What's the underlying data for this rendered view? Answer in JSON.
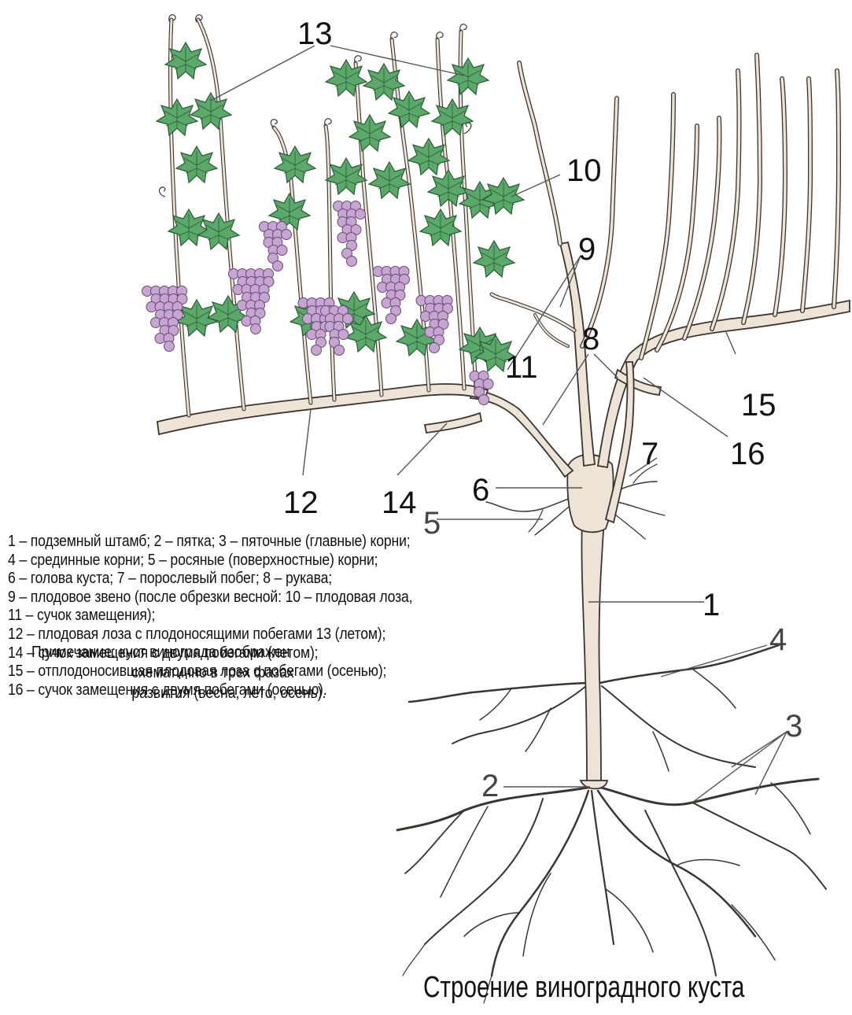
{
  "title": "Строение виноградного куста",
  "callouts": {
    "n1": "1",
    "n2": "2",
    "n3": "3",
    "n4": "4",
    "n5": "5",
    "n6": "6",
    "n7": "7",
    "n8": "8",
    "n9": "9",
    "n10": "10",
    "n11": "11",
    "n12": "12",
    "n13": "13",
    "n14": "14",
    "n15": "15",
    "n16": "16"
  },
  "legend": [
    "1 – подземный штамб; 2 – пятка; 3 – пяточные (главные) корни;",
    "4 – срединные корни; 5 – росяные (поверхностные) корни;",
    "6 – голова куста; 7 –  порослевый побег; 8 – рукава;",
    "9 – плодовое звено (после обрезки весной: 10 – плодовая лоза,",
    "11 – сучок замещения);",
    "12 – плодовая лоза с плодоносящими побегами 13 (летом);",
    "14 – сучок замещения с двумя побегами (летом);",
    "15 – отплодоносившая плодовая лоза с побегами (осенью);",
    "16 – сучок замещения с двумя побегами (осенью)."
  ],
  "note": {
    "line1": "Примечание: куст винограда изображен",
    "line2": "схематично в трех фазах",
    "line3": "развития (весна, лето, осень)."
  },
  "colors": {
    "wood": "#ede3d6",
    "wood_stroke": "#3a3530",
    "leaf": "#5aa86a",
    "leaf_stroke": "#2d5a35",
    "grape": "#c6a6d0",
    "grape_stroke": "#6a4a78"
  }
}
